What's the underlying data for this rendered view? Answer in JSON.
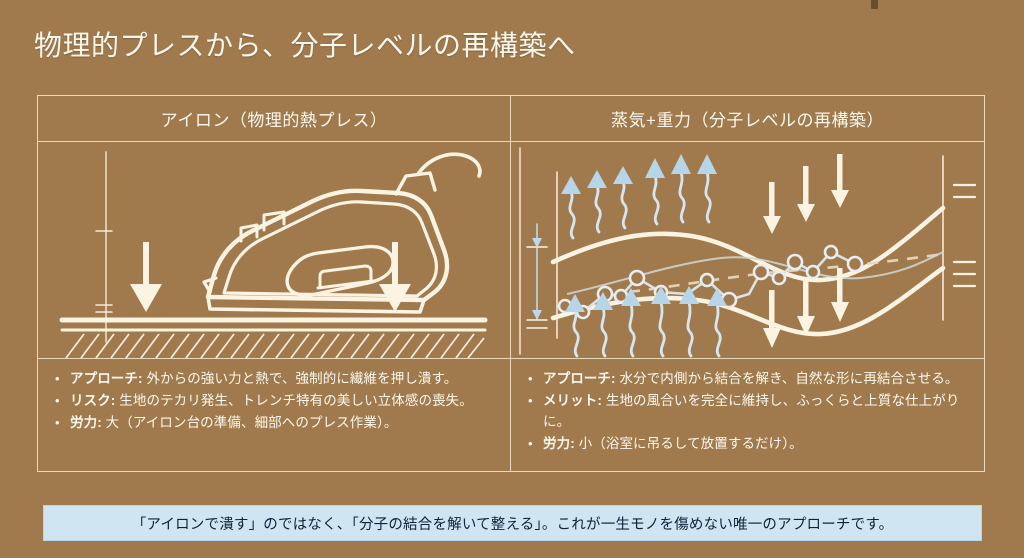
{
  "slide": {
    "title": "物理的プレスから、分子レベルの再構築へ",
    "background_color": "#a07a4d",
    "line_color": "#e8d9bd",
    "text_color": "#fdf8ee"
  },
  "table": {
    "columns": [
      {
        "header": "アイロン（物理的熱プレス）",
        "figure": "iron-pressing-fabric-illustration",
        "bullets": [
          {
            "label": "アプローチ:",
            "text": "外からの強い力と熱で、強制的に繊維を押し潰す。"
          },
          {
            "label": "リスク:",
            "text": "生地のテカリ発生、トレンチ特有の美しい立体感の喪失。"
          },
          {
            "label": "労力:",
            "text": "大（アイロン台の準備、細部へのプレス作業）。"
          }
        ]
      },
      {
        "header": "蒸気+重力（分子レベルの再構築）",
        "figure": "steam-gravity-molecular-illustration",
        "bullets": [
          {
            "label": "アプローチ:",
            "text": "水分で内側から結合を解き、自然な形に再結合させる。"
          },
          {
            "label": "メリット:",
            "text": "生地の風合いを完全に維持し、ふっくらと上質な仕上がりに。"
          },
          {
            "label": "労力:",
            "text": "小（浴室に吊るして放置するだけ）。"
          }
        ]
      }
    ]
  },
  "banner": {
    "text": "「アイロンで潰す」のではなく、「分子の結合を解いて整える」。これが一生モノを傷めない唯一のアプローチです。",
    "background_color": "#cfe5f2",
    "text_color": "#10223a"
  },
  "figure_colors": {
    "outline": "#fdf3e2",
    "steam_arrow": "#b6d5e9",
    "gravity_arrow": "#fdf3e2",
    "molecule_node": "#e8ecef"
  }
}
